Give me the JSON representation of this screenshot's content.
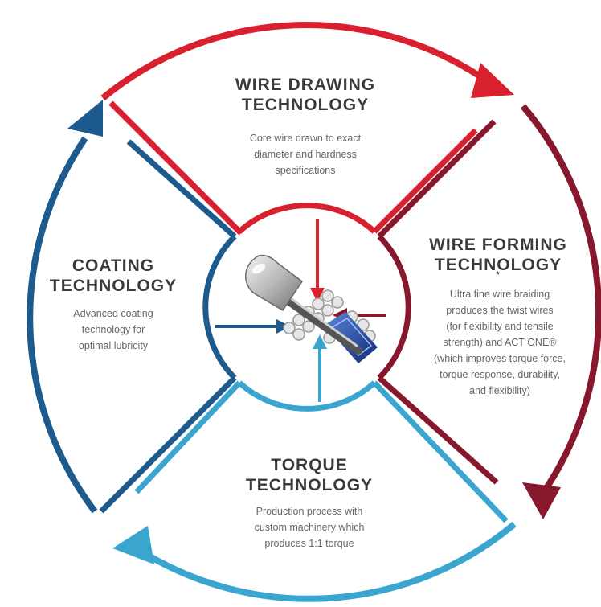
{
  "colors": {
    "red": "#d8202f",
    "maroon": "#86172c",
    "light_blue": "#3aa6cf",
    "navy": "#1d5a8e",
    "title_text": "#3a3a3a",
    "desc_text": "#666666"
  },
  "quadrants": {
    "top": {
      "title_lines": [
        "WIRE DRAWING",
        "TECHNOLOGY"
      ],
      "desc_lines": [
        "Core wire drawn to exact",
        "diameter and hardness",
        "specifications"
      ]
    },
    "right": {
      "title_lines": [
        "WIRE FORMING",
        "TECHNOLOGY"
      ],
      "title_mark": "*",
      "desc_lines": [
        "Ultra fine wire braiding",
        "produces the twist wires",
        "(for flexibility and tensile",
        "strength) and ACT ONE®",
        "(which improves torque force,",
        "torque response, durability,",
        "and flexibility)"
      ]
    },
    "bottom": {
      "title_lines": [
        "TORQUE",
        "TECHNOLOGY"
      ],
      "desc_lines": [
        "Production process with",
        "custom machinery which",
        "produces 1:1 torque"
      ]
    },
    "left": {
      "title_lines": [
        "COATING",
        "TECHNOLOGY"
      ],
      "desc_lines": [
        "Advanced coating",
        "technology for",
        "optimal lubricity"
      ]
    }
  },
  "center_icon": "guidewire-tip-icon"
}
